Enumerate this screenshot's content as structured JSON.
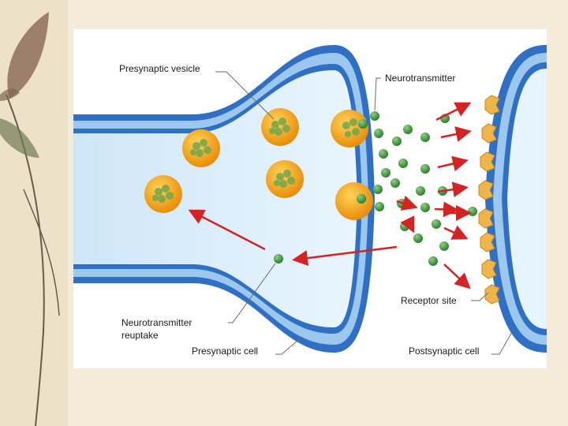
{
  "diagram": {
    "labels": {
      "presynaptic_vesicle": "Presynaptic vesicle",
      "neurotransmitter": "Neurotransmitter",
      "receptor_site": "Receptor site",
      "reuptake_line1": "Neurotransmitter",
      "reuptake_line2": "reuptake",
      "presynaptic_cell": "Presynaptic cell",
      "postsynaptic_cell": "Postsynaptic cell"
    },
    "colors": {
      "membrane_dark": "#2f6fc4",
      "membrane_light": "#9cc7ee",
      "cytoplasm": "#dbeefb",
      "vesicle": "#f2a81d",
      "neurotransmitter": "#3a9a3f",
      "receptor": "#f0b54a",
      "arrow": "#d42323"
    }
  }
}
